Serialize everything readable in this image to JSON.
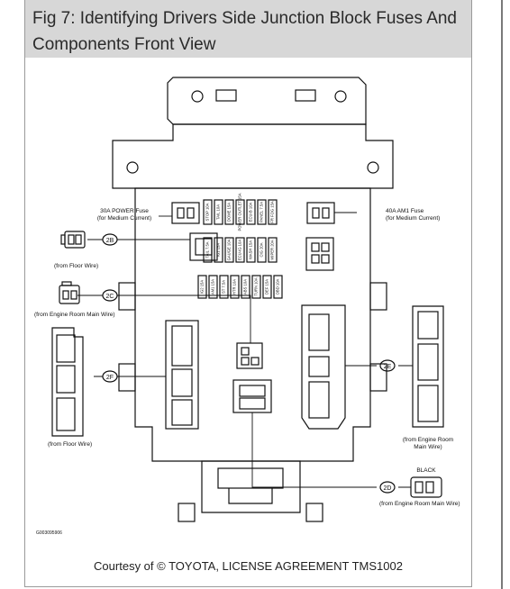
{
  "title": "Fig 7: Identifying Drivers Side Junction Block Fuses And Components Front View",
  "credit": "Courtesy of © TOYOTA, LICENSE AGREEMENT TMS1002",
  "figure_code": "G003095906",
  "labels": {
    "power_fuse_line1": "30A POWER Fuse",
    "power_fuse_line2": "(for Medium Current)",
    "am1_fuse_line1": "40A AM1 Fuse",
    "am1_fuse_line2": "(for Medium Current)",
    "from_floor_wire_2b": "(from Floor Wire)",
    "from_engine_room_2c": "(from Engine Room Main Wire)",
    "from_floor_wire_2f": "(from Floor Wire)",
    "from_engine_room_2e_line1": "(from Engine Room",
    "from_engine_room_2e_line2": "Main Wire)",
    "black": "BLACK",
    "from_engine_room_2d": "(from Engine Room Main Wire)"
  },
  "connectors": {
    "2b": "2B",
    "2c": "2C",
    "2f": "2F",
    "2e": "2E",
    "2d": "2D"
  },
  "fuses": {
    "top_row": [
      "STOP 10A",
      "TAIL 10A",
      "DOME 15A",
      "POWER OUTLET 15A",
      "ECU-B 10A",
      "PANEL 7.5A",
      "FR FOG 15A"
    ],
    "mid_row": [
      "TAIL 7.5A",
      "IG1 15A",
      "GAUGE 10A",
      "ECU-IG 10A",
      "WASH 15A",
      "CIG 20A",
      "WIPER 20A"
    ],
    "bottom_row": [
      "IG2 15A",
      "AM1 15A",
      "ST 7.5A",
      "HTR 10A",
      "ABS 10A",
      "TURN 10A",
      "DEF 15A",
      "OBD 10A"
    ]
  }
}
